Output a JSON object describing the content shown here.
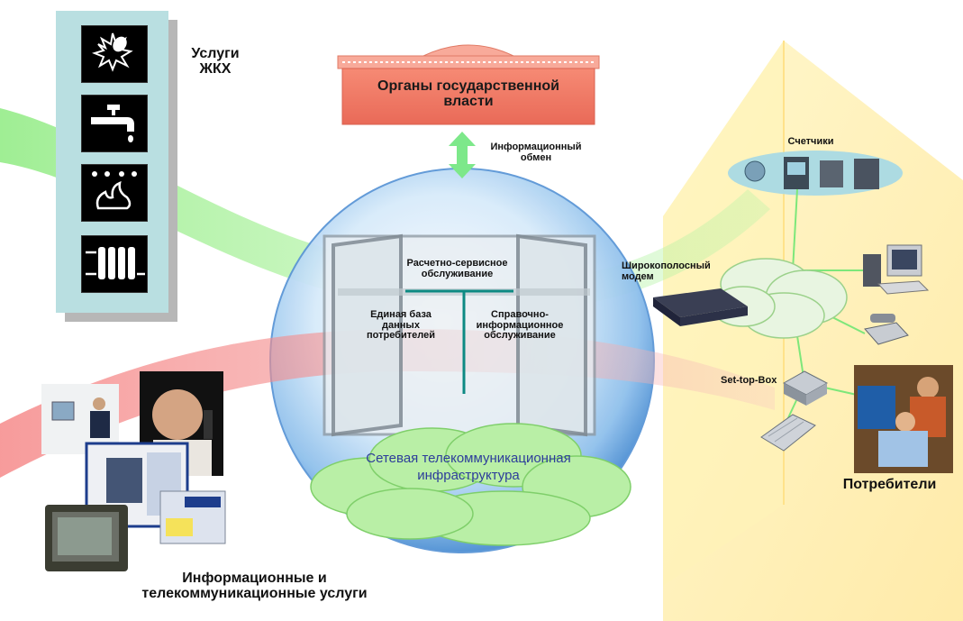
{
  "utilities": {
    "title": "Услуги ЖКХ"
  },
  "government": {
    "title": "Органы государственной власти"
  },
  "exchange": {
    "label": "Информационный обмен"
  },
  "meters": {
    "title": "Счетчики"
  },
  "window": {
    "top_label": "Расчетно-сервисное обслуживание",
    "left_label": "Единая база данных потребителей",
    "right_label": "Справочно-информационное обслуживание"
  },
  "network": {
    "label": "Сетевая телекоммуникационная инфраструктура"
  },
  "modem": {
    "label": "Широкополосный модем"
  },
  "settop": {
    "label": "Set-top-Box"
  },
  "consumers": {
    "label": "Потребители"
  },
  "services": {
    "label": "Информационные и телекоммуникационные услуги"
  },
  "colors": {
    "panel": "#b9dfe1",
    "gov": "#f47f6a",
    "green_band": "#8ff07c",
    "red_band": "#f58d8d",
    "house": "#fff0a8",
    "cloud": "#b7eea4",
    "network_text": "#2d3d9a"
  },
  "icons": [
    "lightbulb-icon",
    "faucet-icon",
    "gas-stove-icon",
    "radiator-icon",
    "modem-icon",
    "computer-icon",
    "telephone-icon",
    "settop-box-icon",
    "keyboard-icon",
    "cloud-icon"
  ]
}
